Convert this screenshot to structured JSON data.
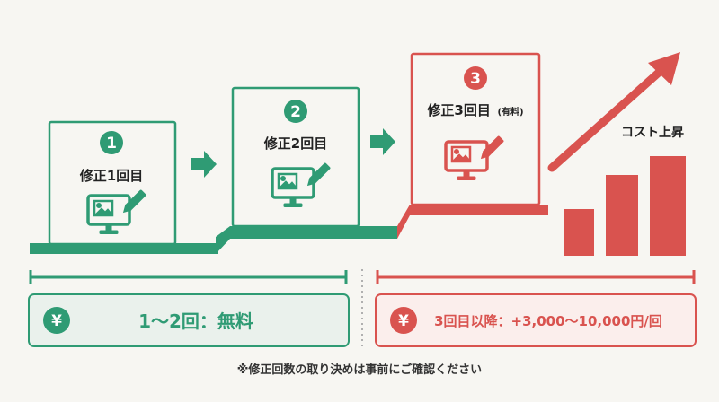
{
  "colors": {
    "green": "#2f9b74",
    "red": "#d9534f",
    "background": "#f7f6f2",
    "green_fill": "#eaf1ec",
    "red_fill": "#fbeeec"
  },
  "steps": [
    {
      "number": "1",
      "label": "修正1回目",
      "note": ""
    },
    {
      "number": "2",
      "label": "修正2回目",
      "note": ""
    },
    {
      "number": "3",
      "label": "修正3回目",
      "note": "(有料)"
    }
  ],
  "cost_label": "コスト上昇",
  "free_box": {
    "icon": "¥",
    "text": "1～2回：無料"
  },
  "paid_box": {
    "icon": "¥",
    "text": "3回目以降：+3,000～10,000円/回"
  },
  "footnote": "※修正回数の取り決めは事前にご確認ください",
  "icons": {
    "step_icon": "monitor-image-pencil-icon",
    "arrow": "right-arrow-icon",
    "cost_arrow": "trend-up-arrow-icon",
    "bars": "bar-chart-icon",
    "currency": "yen-icon"
  }
}
